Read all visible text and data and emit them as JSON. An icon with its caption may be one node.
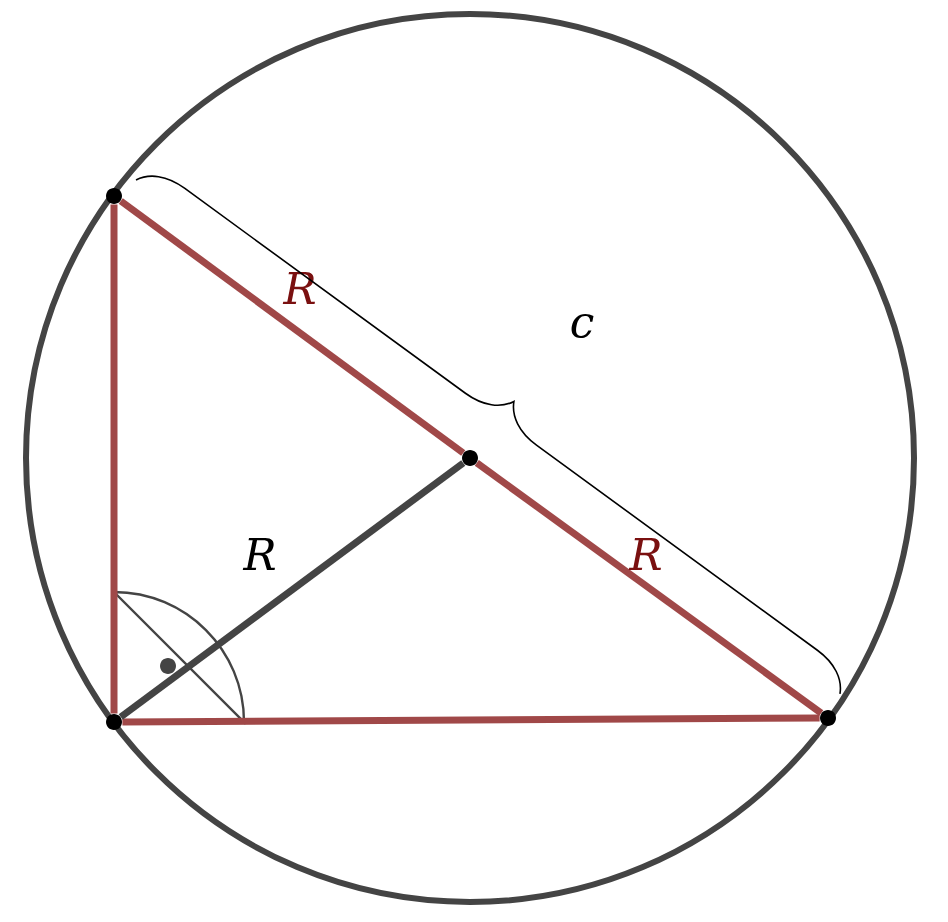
{
  "diagram": {
    "nodes": [
      {
        "text": [],
        "shape": "circle"
      },
      {
        "text": [],
        "shape": "circle"
      },
      {
        "text": [],
        "shape": "circle"
      },
      {
        "text": [],
        "shape": "circle"
      }
    ],
    "edges": [
      {
        "from": 0,
        "to": 1,
        "arrow": "none"
      },
      {
        "from": 1,
        "to": 2,
        "arrow": "none"
      },
      {
        "from": 0,
        "to": 3,
        "arrow": "none",
        "label": "R"
      },
      {
        "from": 3,
        "to": 2,
        "arrow": "none",
        "label": "R"
      },
      {
        "from": 1,
        "to": 3,
        "arrow": "none",
        "label": "R",
        "color": "#444444"
      }
    ],
    "labels": [
      "c"
    ]
  }
}
